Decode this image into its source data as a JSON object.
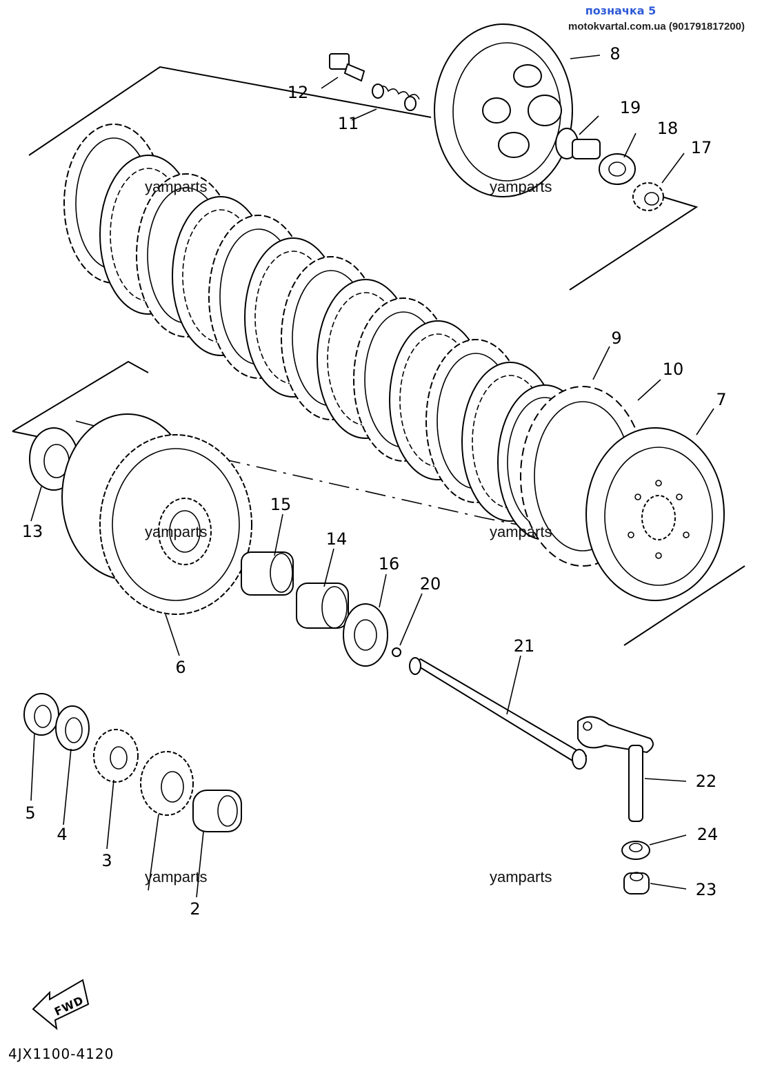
{
  "header": {
    "title": "позначка 5",
    "site": "motokvartal.com.ua (901791817200)"
  },
  "watermark": "yamparts",
  "diagram_code": "4JX1100-4120",
  "fwd_label": "FWD",
  "callouts": [
    "2",
    "3",
    "4",
    "5",
    "6",
    "7",
    "8",
    "9",
    "10",
    "11",
    "12",
    "13",
    "14",
    "15",
    "16",
    "17",
    "18",
    "19",
    "20",
    "21",
    "22",
    "23",
    "24"
  ]
}
